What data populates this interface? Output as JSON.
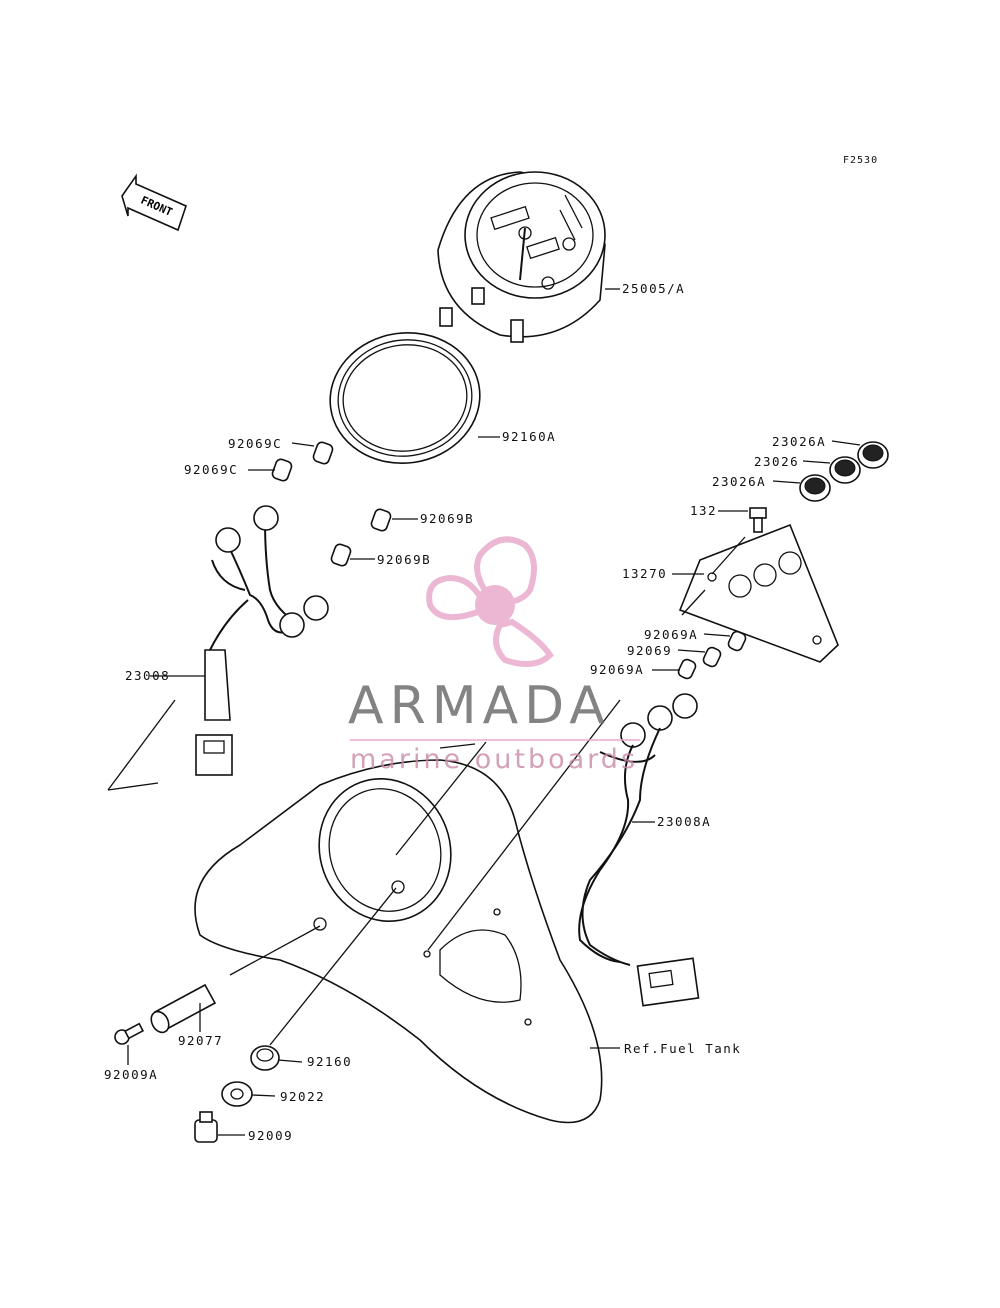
{
  "figure_id": "F2530",
  "front_arrow_text": "FRONT",
  "watermark": {
    "brand": "ARMADA",
    "tagline": "marine outboards",
    "color_primary": "#e8a6c8",
    "color_text": "#6e6e6e"
  },
  "callouts": [
    {
      "id": "c-25005A",
      "text": "25005/A"
    },
    {
      "id": "c-92160A",
      "text": "92160A"
    },
    {
      "id": "c-92069C-1",
      "text": "92069C"
    },
    {
      "id": "c-92069C-2",
      "text": "92069C"
    },
    {
      "id": "c-92069B-1",
      "text": "92069B"
    },
    {
      "id": "c-92069B-2",
      "text": "92069B"
    },
    {
      "id": "c-23008",
      "text": "23008"
    },
    {
      "id": "c-23026A-1",
      "text": "23026A"
    },
    {
      "id": "c-23026",
      "text": "23026"
    },
    {
      "id": "c-23026A-2",
      "text": "23026A"
    },
    {
      "id": "c-132",
      "text": "132"
    },
    {
      "id": "c-13270",
      "text": "13270"
    },
    {
      "id": "c-92069A-1",
      "text": "92069A"
    },
    {
      "id": "c-92069",
      "text": "92069"
    },
    {
      "id": "c-92069A-2",
      "text": "92069A"
    },
    {
      "id": "c-23008A",
      "text": "23008A"
    },
    {
      "id": "c-ref-fuel-tank",
      "text": "Ref.Fuel Tank"
    },
    {
      "id": "c-92077",
      "text": "92077"
    },
    {
      "id": "c-92009A",
      "text": "92009A"
    },
    {
      "id": "c-92160",
      "text": "92160"
    },
    {
      "id": "c-92022",
      "text": "92022"
    },
    {
      "id": "c-92009",
      "text": "92009"
    }
  ]
}
